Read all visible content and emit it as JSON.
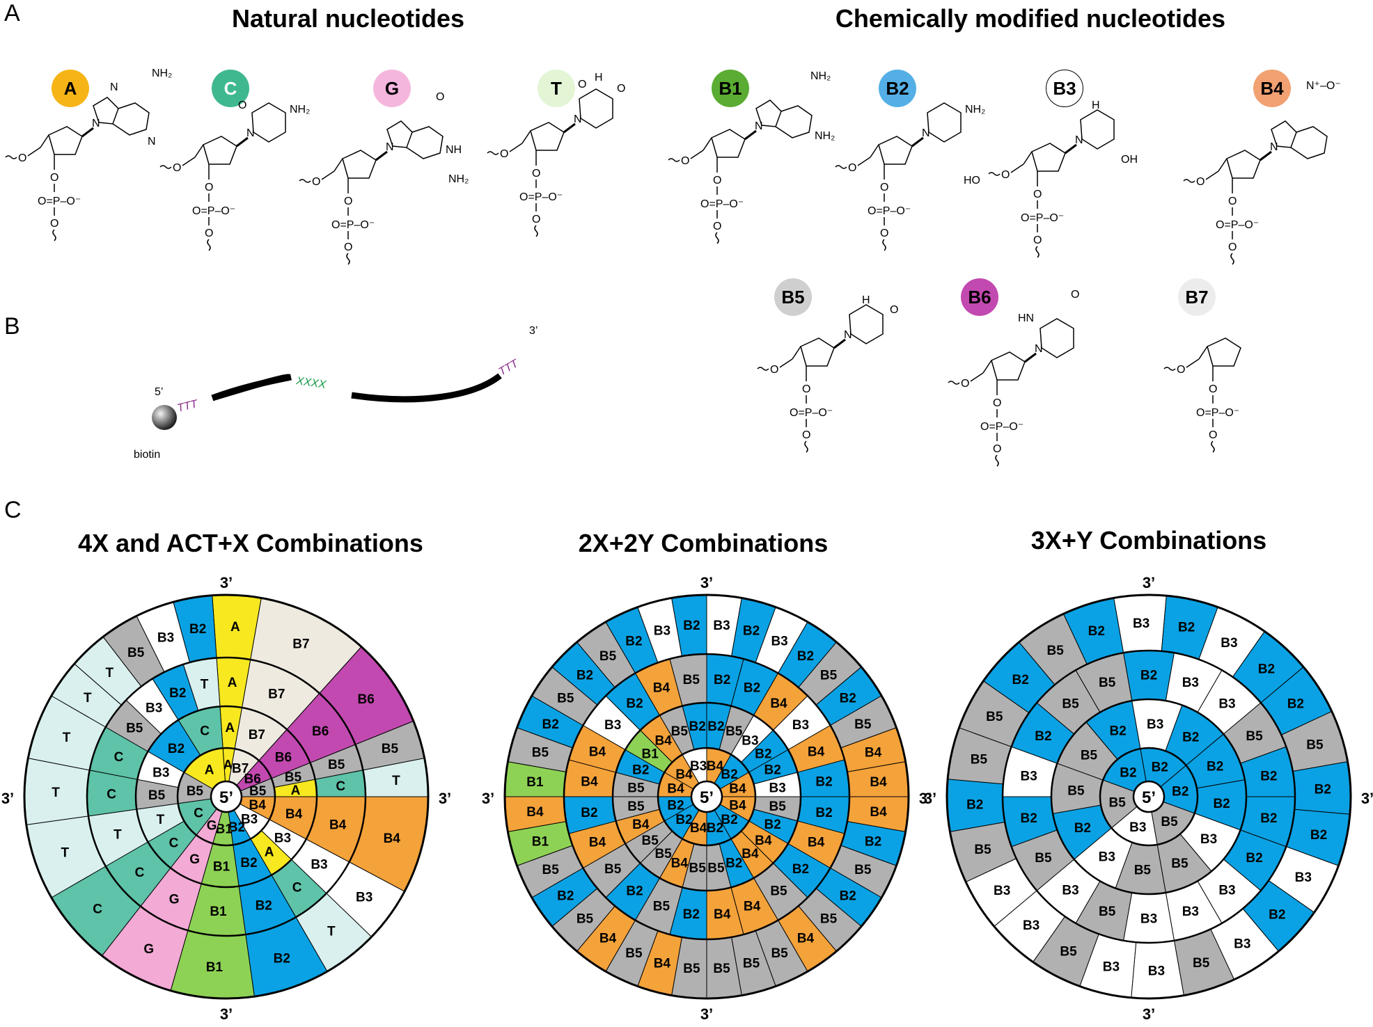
{
  "panels": {
    "a": "A",
    "b": "B",
    "c": "C"
  },
  "titles": {
    "natural": "Natural nucleotides",
    "modified": "Chemically modified nucleotides",
    "wheel1": "4X and ACT+X Combinations",
    "wheel2": "2X+2Y Combinations",
    "wheel3": "3X+Y Combinations"
  },
  "colors": {
    "A": "#f7e820",
    "C": "#5ec3a8",
    "G": "#f3aad5",
    "T": "#d9f0ef",
    "B1": "#8ed255",
    "B2": "#0aa2e4",
    "B3": "#ffffff",
    "B4": "#f4a23a",
    "B5": "#b1b1b1",
    "B6": "#c249b0",
    "B7": "#eeeae0"
  },
  "badges": [
    {
      "label": "A",
      "color": "#f6b417",
      "text_color": "#000000"
    },
    {
      "label": "C",
      "color": "#3fb88f",
      "text_color": "#ffffff"
    },
    {
      "label": "G",
      "color": "#f5b6de",
      "text_color": "#000000"
    },
    {
      "label": "T",
      "color": "#e3f5d5",
      "text_color": "#000000"
    },
    {
      "label": "B1",
      "color": "#5aac32",
      "text_color": "#000000"
    },
    {
      "label": "B2",
      "color": "#54afe6",
      "text_color": "#000000"
    },
    {
      "label": "B3",
      "color": "#ffffff",
      "text_color": "#000000"
    },
    {
      "label": "B4",
      "color": "#f1a172",
      "text_color": "#000000"
    },
    {
      "label": "B5",
      "color": "#cfcfcf",
      "text_color": "#000000"
    },
    {
      "label": "B6",
      "color": "#c249b0",
      "text_color": "#000000"
    },
    {
      "label": "B7",
      "color": "#ececec",
      "text_color": "#000000"
    }
  ],
  "chem": {
    "nh2": "NH₂",
    "o": "O",
    "n": "N",
    "h": "H",
    "nh": "NH",
    "hn": "HN",
    "oh": "OH",
    "ho": "HO",
    "phosphate": "O=P–O⁻",
    "nitro": "N⁺–O⁻"
  },
  "strand": {
    "five_prime": "5’",
    "three_prime": "3’",
    "biotin": "biotin",
    "linker_left": "TTT",
    "linker_right": "TTT",
    "insert": "XXXX"
  },
  "wheel_labels": {
    "center": "5’",
    "end": "3’"
  },
  "wheels": [
    {
      "rings": [
        [
          "A",
          "A",
          "A",
          "B7",
          "B7",
          "B7",
          "B6",
          "B6",
          "B6",
          "B5",
          "B5",
          "B5",
          "B5",
          "B5",
          "B4",
          "A",
          "C",
          "T",
          "B4",
          "B4",
          "B4",
          "B4",
          "B3",
          "B3",
          "B3",
          "A",
          "C",
          "T",
          "B2",
          "B2",
          "B2",
          "B2",
          "B1",
          "B1",
          "B1",
          "B1",
          "G",
          "G",
          "G",
          "G",
          "C",
          "C",
          "C",
          "C",
          "T",
          "T",
          "T",
          "T",
          "B5",
          "C",
          "C",
          "T",
          "B3",
          "C",
          "C",
          "T",
          "B2",
          "C",
          "C",
          "T",
          "B5",
          "B3",
          "T",
          "T",
          "B2",
          "B2",
          "B5",
          "B3"
        ],
        null,
        null,
        null
      ],
      "seg_labels": [
        "A",
        "B7",
        "B6",
        "B5",
        "B4",
        "B3",
        "B2",
        "B1",
        "G",
        "C",
        "T"
      ]
    },
    {
      "seg_labels": [
        "B1",
        "B2",
        "B3",
        "B4",
        "B5"
      ]
    },
    {
      "seg_labels": [
        "B2",
        "B3",
        "B5"
      ]
    }
  ]
}
